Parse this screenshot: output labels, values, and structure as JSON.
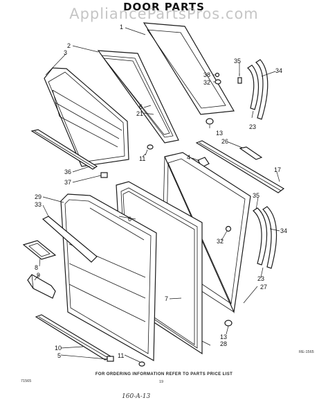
{
  "title": "DOOR PARTS",
  "watermark": "AppliancePartsPros.com",
  "image_code": "RE-1565",
  "footer_note": "FOR ORDERING INFORMATION REFER TO PARTS PRICE LIST",
  "page_code": "71565",
  "page_number": "19",
  "handwritten_note": "160-A-13",
  "part_labels": [
    "1",
    "2",
    "3",
    "35",
    "38",
    "32",
    "34",
    "6",
    "21",
    "13",
    "23",
    "26",
    "11",
    "4",
    "17",
    "36",
    "37",
    "29",
    "33",
    "35",
    "32",
    "34",
    "6",
    "8",
    "9",
    "7",
    "23",
    "27",
    "13",
    "28",
    "10",
    "5",
    "11"
  ]
}
